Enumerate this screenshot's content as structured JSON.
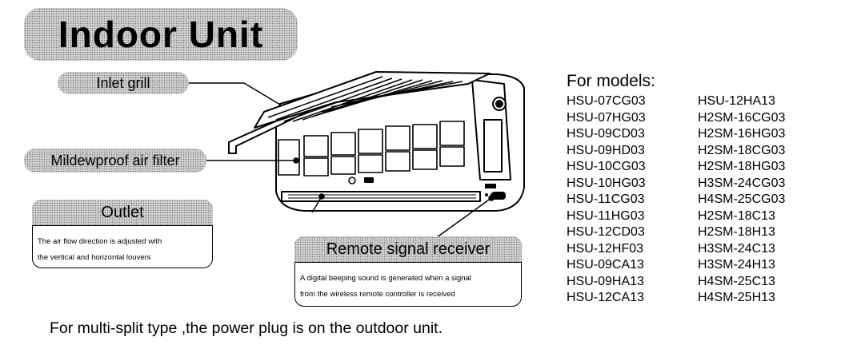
{
  "title": "Indoor Unit",
  "labels": {
    "inlet_grill": "Inlet grill",
    "air_filter": "Mildewproof air filter"
  },
  "outlet": {
    "heading": "Outlet",
    "desc_line1": "The air flow direction is adjusted with",
    "desc_line2": "the vertical and horizontal louvers"
  },
  "remote": {
    "heading": "Remote signal receiver",
    "desc_line1": "A digital beeping sound is generated when a signal",
    "desc_line2": "from the wireless remote controller is received"
  },
  "models": {
    "heading": "For models:",
    "column1": [
      "HSU-07CG03",
      "HSU-07HG03",
      "HSU-09CD03",
      "HSU-09HD03",
      "HSU-10CG03",
      "HSU-10HG03",
      "HSU-11CG03",
      "HSU-11HG03",
      "HSU-12CD03",
      "HSU-12HF03",
      "HSU-09CA13",
      "HSU-09HA13",
      "HSU-12CA13"
    ],
    "column2": [
      "HSU-12HA13",
      "H2SM-16CG03",
      "H2SM-16HG03",
      "H2SM-18CG03",
      "H2SM-18HG03",
      "H3SM-24CG03",
      "H4SM-25CG03",
      "H2SM-18C13",
      "H2SM-18H13",
      "H3SM-24C13",
      "H3SM-24H13",
      "H4SM-25C13",
      "H4SM-25H13"
    ]
  },
  "footnote": "For multi-split type ,the power plug is on the outdoor unit."
}
